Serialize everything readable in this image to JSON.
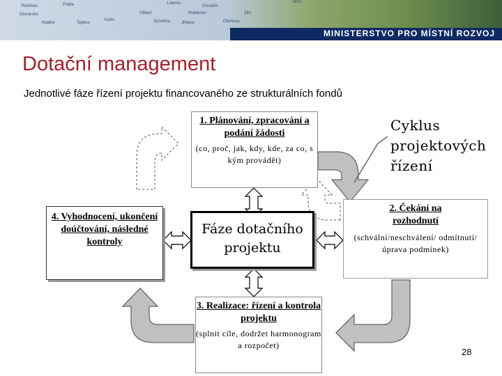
{
  "banner": {
    "ministry": "MINISTERSTVO PRO MÍSTNÍ ROZVOJ",
    "map_labels": [
      "Plzeňsko",
      "Praha",
      "Ostravsko",
      "Chrudim",
      "Brno",
      "Oblast",
      "Liberec",
      "Kladno",
      "Hradecko",
      "Zlín",
      "Jihlava",
      "Olomouc",
      "Kolín",
      "Vysočina",
      "Teplice"
    ]
  },
  "slide": {
    "title": "Dotační management",
    "subtitle": "Jednotlivé fáze řízení projektu financovaného ze strukturálních fondů",
    "page_number": "28"
  },
  "diagram": {
    "phase1": {
      "title": "1. Plánování, zpracování a podání žádosti",
      "sub": "(co, proč, jak, kdy, kde, za co, s kým provádět)"
    },
    "phase2": {
      "title": "2. Čekání na rozhodnutí",
      "sub": "(schvální/neschválení/ odmítnutí/úprava podmínek)"
    },
    "phase3": {
      "title": "3. Realizace: řízení a kontrola projektu",
      "sub": "(splnit cíle, dodržet harmonogram a rozpočet)"
    },
    "phase4": {
      "title": "4. Vyhodnocení, ukončení doúčtování, následné kontroly"
    },
    "center": "Fáze dotačního projektu",
    "cycle_label": "Cyklus projektových řízení"
  },
  "colors": {
    "title": "#a0222b",
    "ministry_bar": "#0f2a63",
    "arrow_fill": "#c0c0c0"
  }
}
